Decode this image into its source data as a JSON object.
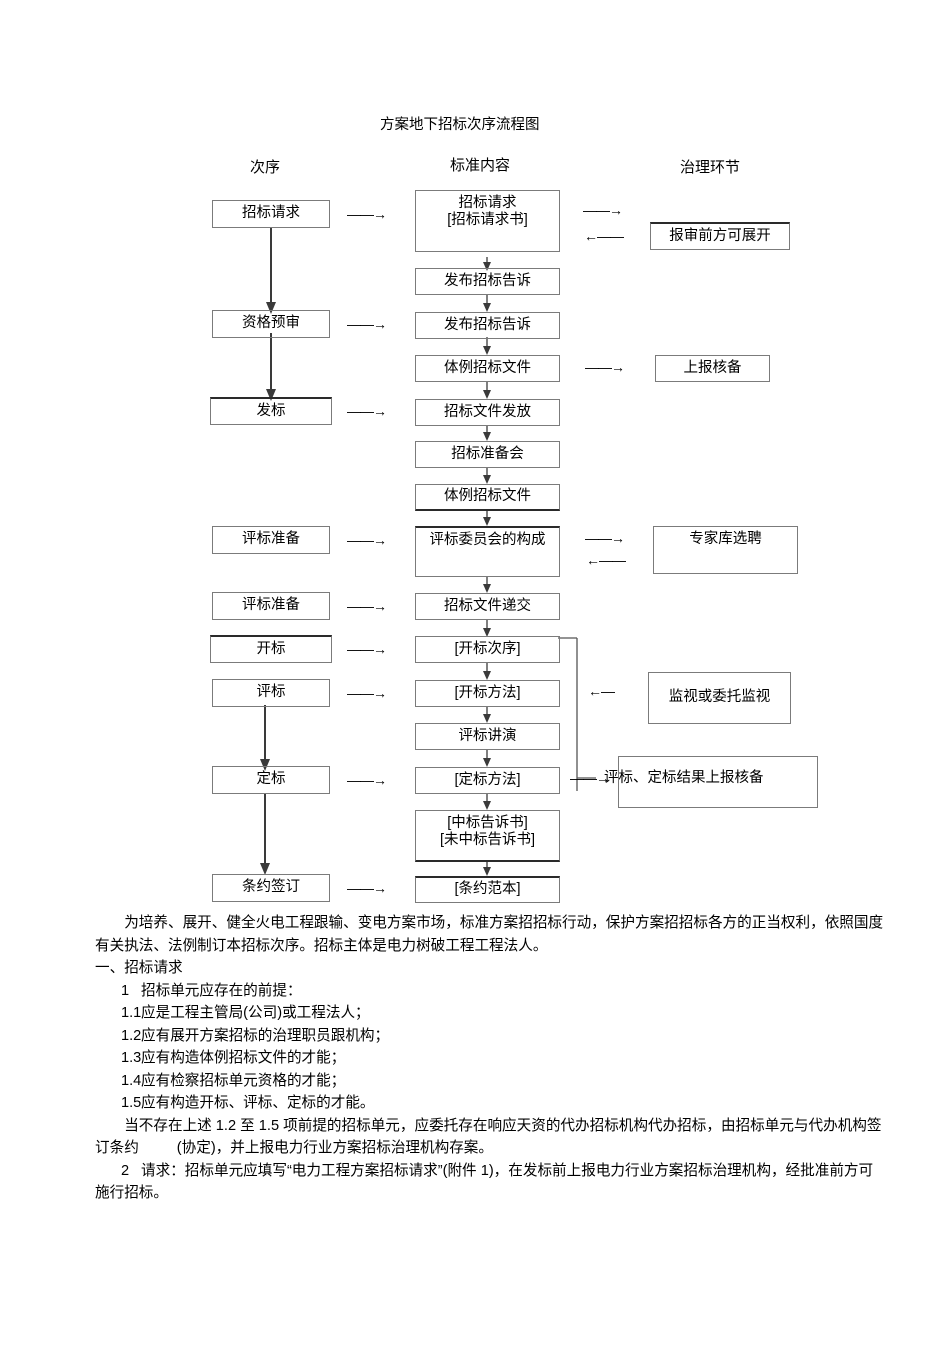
{
  "doc": {
    "title": "方案地下招标次序流程图",
    "column_headers": [
      "次序",
      "标准内容",
      "治理环节"
    ]
  },
  "flow": {
    "left_nodes": [
      {
        "label": "招标请求"
      },
      {
        "label": "资格预审"
      },
      {
        "label": "发标"
      },
      {
        "label": "评标准备"
      },
      {
        "label": "评标准备"
      },
      {
        "label": "开标"
      },
      {
        "label": "评标"
      },
      {
        "label": "定标"
      },
      {
        "label": "条约签订"
      }
    ],
    "mid_nodes": [
      {
        "line1": "招标请求",
        "line2": "[招标请求书]"
      },
      {
        "line1": "发布招标告诉",
        "line2": ""
      },
      {
        "line1": "发布招标告诉",
        "line2": ""
      },
      {
        "line1": "体例招标文件",
        "line2": ""
      },
      {
        "line1": "招标文件发放",
        "line2": ""
      },
      {
        "line1": "招标准备会",
        "line2": ""
      },
      {
        "line1": "体例招标文件",
        "line2": ""
      },
      {
        "line1": "评标委员会的构成",
        "line2": ""
      },
      {
        "line1": "招标文件递交",
        "line2": ""
      },
      {
        "line1": "[开标次序]",
        "line2": ""
      },
      {
        "line1": "[开标方法]",
        "line2": ""
      },
      {
        "line1": "评标讲演",
        "line2": ""
      },
      {
        "line1": "[定标方法]",
        "line2": ""
      },
      {
        "line1": "[中标告诉书]",
        "line2": "[未中标告诉书]"
      },
      {
        "line1": "[条约范本]",
        "line2": ""
      }
    ],
    "right_nodes": [
      {
        "label": "报审前方可展开"
      },
      {
        "label": "上报核备"
      },
      {
        "label": "专家库选聘"
      },
      {
        "label": "监视或委托监视"
      },
      {
        "label": "评标、定标结果上报核备"
      }
    ],
    "connectors": {
      "dash_right": "——→",
      "dash_left": "←——",
      "short_left": "←—",
      "tee_right": "——→"
    },
    "side_label": "评标、定标结果上报核备"
  },
  "body": {
    "para1": "为培养、展开、健全火电工程跟输、变电方案市场，标准方案招招标行动，保护方案招招标各方的正当权利，依照国度有关执法、法例制订本招标次序。招标主体是电力树破工程工程法人。",
    "heading1": "一、招标请求",
    "item1_num": "1",
    "item1_text": "招标单元应存在的前提：",
    "sub_items": [
      {
        "num": "1.1",
        "text": "应是工程主管局(公司)或工程法人；"
      },
      {
        "num": "1.2",
        "text": "应有展开方案招标的治理职员跟机构；"
      },
      {
        "num": "1.3",
        "text": "应有构造体例招标文件的才能；"
      },
      {
        "num": "1.4",
        "text": "应有检察招标单元资格的才能；"
      },
      {
        "num": "1.5",
        "text": "应有构造开标、评标、定标的才能。"
      }
    ],
    "para2_a": "当不存在上述 1.2 至 1.5 项前提的招标单元，应委托存在响应天资的代办招标机构代办招标，由招标单元与代办机构签订条约",
    "para2_b": "(协定)，并上报电力行业方案招标治理机构存案。",
    "item2_num": "2",
    "item2_text": "请求：招标单元应填写“电力工程方案招标请求”(附件 1)，在发标前上报电力行业方案招标治理机构，经批准前方可施行招标。"
  }
}
